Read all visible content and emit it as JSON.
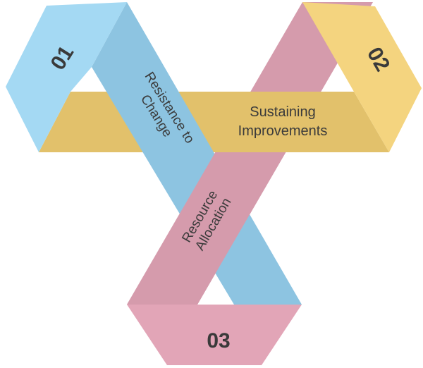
{
  "diagram": {
    "colors": {
      "blue_cap": "#a4d9f3",
      "blue_band": "#8dc4e1",
      "gold_cap": "#f4d47f",
      "gold_band": "#e2c16b",
      "pink_cap": "#e2a5b7",
      "pink_band": "#d59bac",
      "text": "#3b3b3b"
    },
    "items": [
      {
        "number": "01",
        "label_line1": "Resistance to",
        "label_line2": "Change"
      },
      {
        "number": "02",
        "label_line1": "Sustaining",
        "label_line2": "Improvements"
      },
      {
        "number": "03",
        "label_line1": "Resource",
        "label_line2": "Allocation"
      }
    ]
  }
}
